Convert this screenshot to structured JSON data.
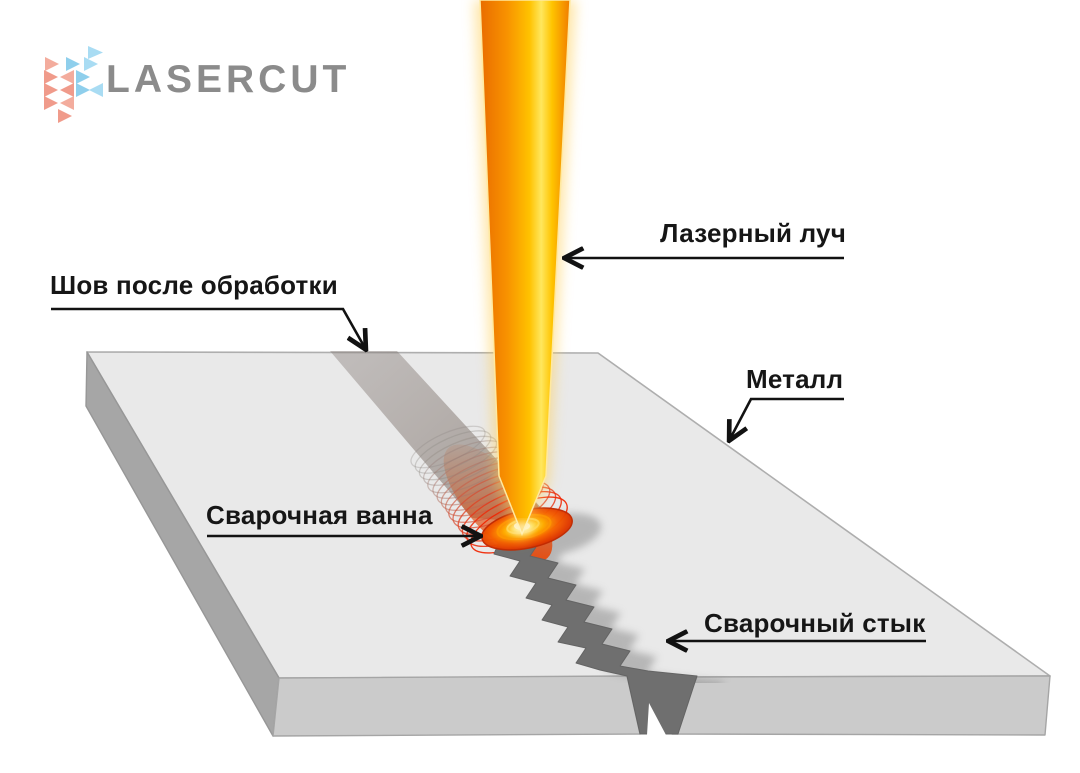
{
  "logo": {
    "brand": "LASERCUT",
    "colors": {
      "triangle_salmon": "#F09B8B",
      "triangle_salmon_light": "#F3AC9D",
      "triangle_blue": "#8FCFEC",
      "triangle_blue_light": "#A9DCF3",
      "text": "#8B8B8B"
    }
  },
  "diagram": {
    "labels": {
      "seam_after_processing": "Шов после обработки",
      "laser_beam": "Лазерный луч",
      "metal": "Металл",
      "weld_pool": "Сварочная ванна",
      "weld_joint": "Сварочный стык"
    },
    "colors": {
      "beam_edge": "#EE7000",
      "beam_core": "#FFE75E",
      "pool_core": "#FFF8DC",
      "pool_hot": "#FFAE00",
      "pool_rim": "#CD2D00",
      "plate_top": "#E9E9E9",
      "plate_front": "#CBCBCB",
      "plate_side": "#A6A6A6",
      "joint_dark": "#6F6F6F",
      "seam_band": "#B3ACA9",
      "label_text": "#161616",
      "arrow": "#121212"
    }
  }
}
